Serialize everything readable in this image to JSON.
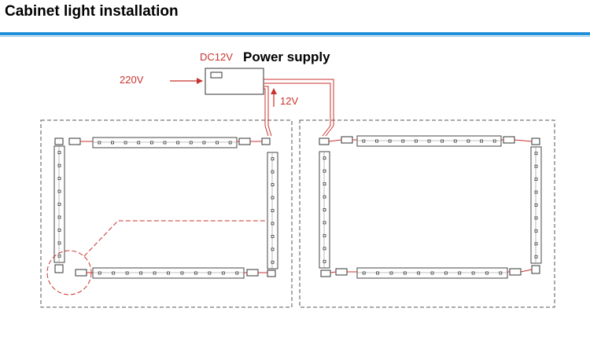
{
  "header": {
    "title": "Cabinet light installation"
  },
  "labels": {
    "dc_voltage": "DC12V",
    "power_supply": "Power supply",
    "input_voltage": "220V",
    "output_voltage": "12V"
  },
  "colors": {
    "header_rule": "#1e8ed6",
    "wire": "#c8332e",
    "outline": "#555555"
  },
  "strips": [
    {
      "id": "left-top-strip",
      "orientation": "horizontal",
      "leds": 11
    },
    {
      "id": "left-side-strip",
      "orientation": "vertical",
      "leds": 9
    },
    {
      "id": "left-right-strip",
      "orientation": "vertical",
      "leds": 9
    },
    {
      "id": "left-bottom-strip",
      "orientation": "horizontal",
      "leds": 11
    },
    {
      "id": "right-top-strip",
      "orientation": "horizontal",
      "leds": 11
    },
    {
      "id": "right-left-strip",
      "orientation": "vertical",
      "leds": 9
    },
    {
      "id": "right-side-strip",
      "orientation": "vertical",
      "leds": 9
    },
    {
      "id": "right-bottom-strip",
      "orientation": "horizontal",
      "leds": 11
    }
  ]
}
